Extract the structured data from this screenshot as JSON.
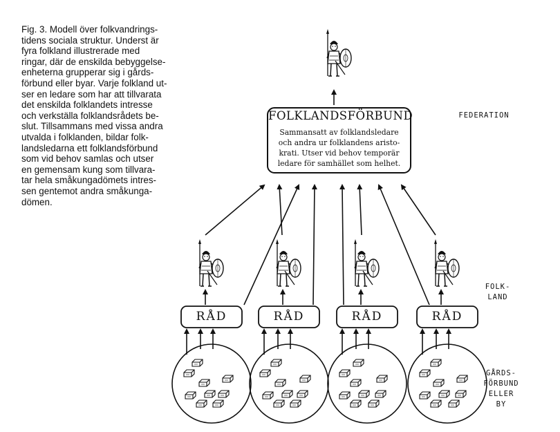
{
  "caption": {
    "lines": [
      "Fig. 3. Modell över folkvandrings-",
      "tidens sociala struktur. Underst är",
      "fyra folkland illustrerade med",
      "ringar, där de enskilda bebyggelse-",
      "enheterna grupperar sig i gårds-",
      "förbund eller byar. Varje folkland ut-",
      "ser en ledare som har att tillvarata",
      "det enskilda folklandets intresse",
      "och verkställa folklandsrådets be-",
      "slut. Tillsammans med vissa andra",
      "utvalda i folklanden, bildar folk-",
      "landsledarna ett folklandsförbund",
      "som vid behov samlas och utser",
      "en gemensam kung som tillvara-",
      "tar hela småkungadömets intres-",
      "sen gentemot andra småkunga-",
      "dömen."
    ]
  },
  "federation_box": {
    "title": "FOLKLANDSFÖRBUND",
    "body": [
      "Sammansatt av folklandsledare",
      "och andra ur folklandens aristo-",
      "krati. Utser vid behov temporär",
      "ledare för samhället som helhet."
    ]
  },
  "council_label": "RÅD",
  "side_labels": {
    "federation": [
      "FEDERATION"
    ],
    "folkland": [
      "FOLK-",
      "LAND"
    ],
    "gardsforbund": [
      "GÅRDS-",
      "FÖRBUND",
      "ELLER",
      "BY"
    ]
  },
  "colors": {
    "ink": "#111111",
    "background": "#ffffff"
  },
  "icons": {
    "leader": "warrior-with-spear-and-shield-icon",
    "farm": "farmstead-house-icon"
  }
}
